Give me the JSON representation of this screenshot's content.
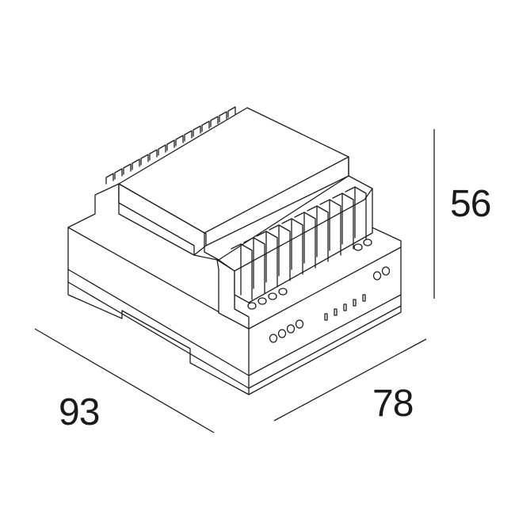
{
  "dimensions": {
    "width": "93",
    "depth": "78",
    "height": "56"
  },
  "colors": {
    "line": "#1e1e1e",
    "background": "#ffffff"
  }
}
